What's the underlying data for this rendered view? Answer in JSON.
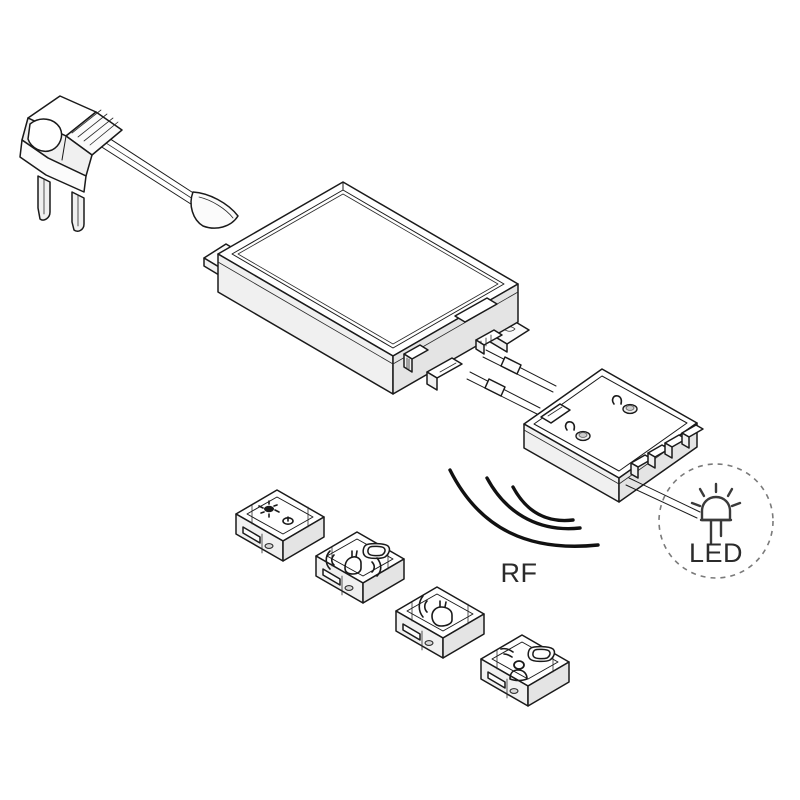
{
  "diagram": {
    "title": "RF controlled LED driver system",
    "background_color": "#ffffff",
    "line_color": "#1a1a1a",
    "labels": {
      "rf": "RF",
      "led": "LED"
    }
  },
  "components": {
    "power_plug": {
      "name": "europlug-power-plug",
      "type": "mains plug",
      "pin_count": 2
    },
    "power_cord": {
      "name": "mains-cord",
      "type": "two-core cable"
    },
    "driver": {
      "name": "led-driver-power-supply",
      "type": "constant voltage LED driver",
      "has_mounting_flanges": true,
      "output_ports": 2,
      "label_plate": true
    },
    "receiver": {
      "name": "rf-receiver-module",
      "type": "RF receiver / dimmer",
      "top_buttons": 2,
      "output_terminals": 4
    },
    "output_cable": {
      "name": "led-output-cable",
      "type": "two-core cable"
    }
  },
  "remotes": [
    {
      "name": "remote-brightness",
      "icon": "sun-brightness-icon",
      "secondary_icon": "power-symbol-icon",
      "has_raised_button": false
    },
    {
      "name": "remote-gesture-sensor",
      "icon": "hand-wave-sensor-icon",
      "secondary_icon": "none",
      "has_raised_button": true
    },
    {
      "name": "remote-proximity-swipe",
      "icon": "hand-swipe-sensor-icon",
      "secondary_icon": "none",
      "has_raised_button": false
    },
    {
      "name": "remote-motion-detector",
      "icon": "person-motion-sensor-icon",
      "secondary_icon": "none",
      "has_raised_button": true
    }
  ],
  "rf_signal": {
    "name": "rf-wave-indicator",
    "arc_count": 3,
    "label": "RF"
  },
  "led_badge": {
    "name": "led-output-badge",
    "label": "LED",
    "icon": "led-bulb-icon",
    "ray_count": 4,
    "border_style": "dashed"
  }
}
